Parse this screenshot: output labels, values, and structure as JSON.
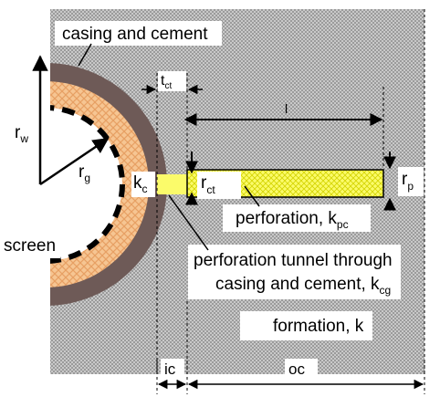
{
  "labels": {
    "casing_and_cement": "casing and cement",
    "t_ct": {
      "main": "t",
      "sub": "ct"
    },
    "l": "l",
    "r_w": {
      "main": "r",
      "sub": "w"
    },
    "r_g": {
      "main": "r",
      "sub": "g"
    },
    "k_c": {
      "main": "k",
      "sub": "c"
    },
    "r_ct": {
      "main": "r",
      "sub": "ct"
    },
    "r_p": {
      "main": "r",
      "sub": "p"
    },
    "perforation": {
      "main": "perforation, k",
      "sub": "pc"
    },
    "tunnel_line1": "perforation tunnel through",
    "tunnel_line2": {
      "main": "casing and cement, k",
      "sub": "cg"
    },
    "screen": "screen",
    "formation": "formation, k",
    "ic": "ic",
    "oc": "oc"
  },
  "colors": {
    "formation_bg": "#c9c9c9",
    "formation_dot": "#7a7a7a",
    "casing": "#6e5a57",
    "gravel_fill": "#f6c592",
    "gravel_mesh": "#e79f63",
    "perforation_fill": "#fbfb6a",
    "perforation_mesh": "#d4d400",
    "screen_dash": "#000000"
  },
  "icons": [
    "arrow-icon"
  ]
}
